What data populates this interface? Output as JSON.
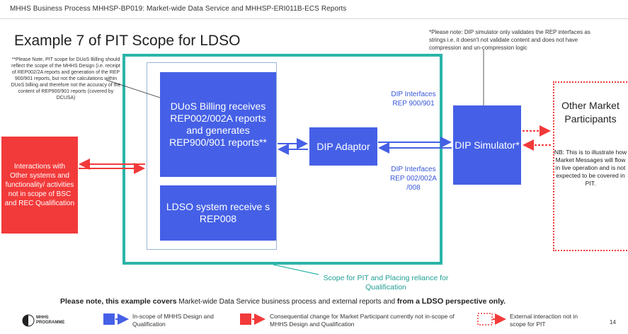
{
  "header": {
    "text": "MHHS Business Process MHHSP-BP019: Market-wide Data Service and MHHSP-ERI011B-ECS Reports"
  },
  "title": "Example 7 of PIT Scope for LDSO",
  "notes": {
    "left": "**Please Note, PIT scope for DUoS Billing should reflect the scope of the MHHS Design (i.e. receipt of REP002/2A reports and generation of the REP 900/901 reports, but not the calculations within DUoS billing and therefore not the accuracy of the content of REP900/901 reports (covered by DCUSA)",
    "top": "*Please note: DIP simulator only validates the REP interfaces as strings i.e. it doesn't not validate content and does not have compression and un-compression logic"
  },
  "boxes": {
    "duos": "DUoS Billing receives REP002/002A reports and generates REP900/901 reports**",
    "ldso": "LDSO system receive s REP008",
    "adaptor": "DIP Adaptor",
    "simulator": "DIP Simulator*",
    "red": "Interactions with Other systems and functionality/ activities not in scope of BSC and REC Qualification"
  },
  "interfaces": {
    "top": "DIP Interfaces REP 900/901",
    "bottom": "DIP Interfaces REP 002/002A /008"
  },
  "external": {
    "title": "Other Market Participants",
    "note": "NB: This is to illustrate how Market Messages will flow in live operation and is not expected to be covered in PIT."
  },
  "scope_label": "Scope for PIT and Placing reliance for Qualification",
  "bottom_note": {
    "p1": "Please note, this example covers",
    "p2": "Market-wide Data Service business process and external reports and",
    "p3": "from a",
    "p4": "LDSO",
    "p5": "perspective only."
  },
  "legend": {
    "logo": "MHHS PROGRAMME",
    "blue": "In-scope of MHHS Design and Qualification",
    "red": "Consequential change for Market Participant currently not in-scope of MHHS Design and Qualification",
    "external": "External interaction not in scope for PIT"
  },
  "page_number": "14",
  "colors": {
    "blue": "#4560e6",
    "red": "#f23a3a",
    "teal": "#2bb5a8"
  }
}
